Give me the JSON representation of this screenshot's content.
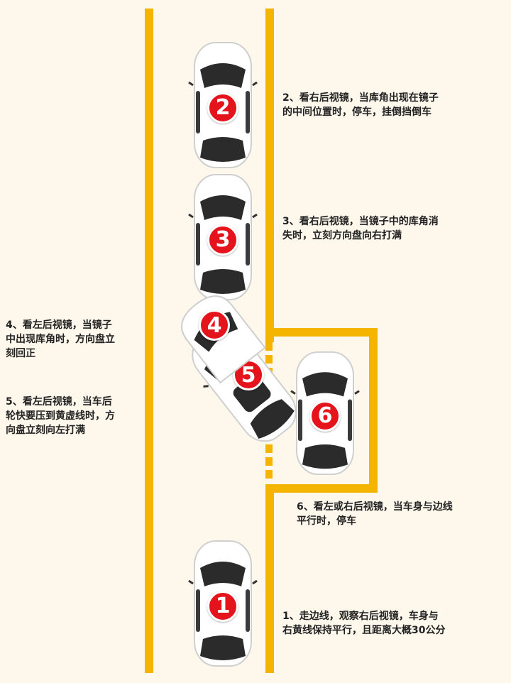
{
  "colors": {
    "background": "#fdf7ec",
    "road_line": "#f4b400",
    "badge": "#e4131c",
    "car_body": "#ffffff",
    "glass": "#2b2b2b"
  },
  "cars": [
    {
      "number": "1"
    },
    {
      "number": "2"
    },
    {
      "number": "3"
    },
    {
      "number": "4"
    },
    {
      "number": "5"
    },
    {
      "number": "6"
    }
  ],
  "steps": [
    {
      "line1": "1、走边线，观察右后视镜，车身与",
      "line2": "右黄线保持平行，且距离大概30公分",
      "line3": ""
    },
    {
      "line1": "2、看右后视镜，当库角出现在镜子",
      "line2": "的中间位置时，停车，挂倒挡倒车",
      "line3": ""
    },
    {
      "line1": "3、看右后视镜，当镜子中的库角消",
      "line2": "失时，立刻方向盘向右打满",
      "line3": ""
    },
    {
      "line1": "4、看左后视镜，当镜子",
      "line2": "中出现库角时，方向盘立",
      "line3": "刻回正"
    },
    {
      "line1": "5、看左后视镜，当车后",
      "line2": "轮快要压到黄虚线时，方",
      "line3": "向盘立刻向左打满"
    },
    {
      "line1": "6、看左或右后视镜，当车身与边线",
      "line2": "平行时，停车",
      "line3": ""
    }
  ]
}
